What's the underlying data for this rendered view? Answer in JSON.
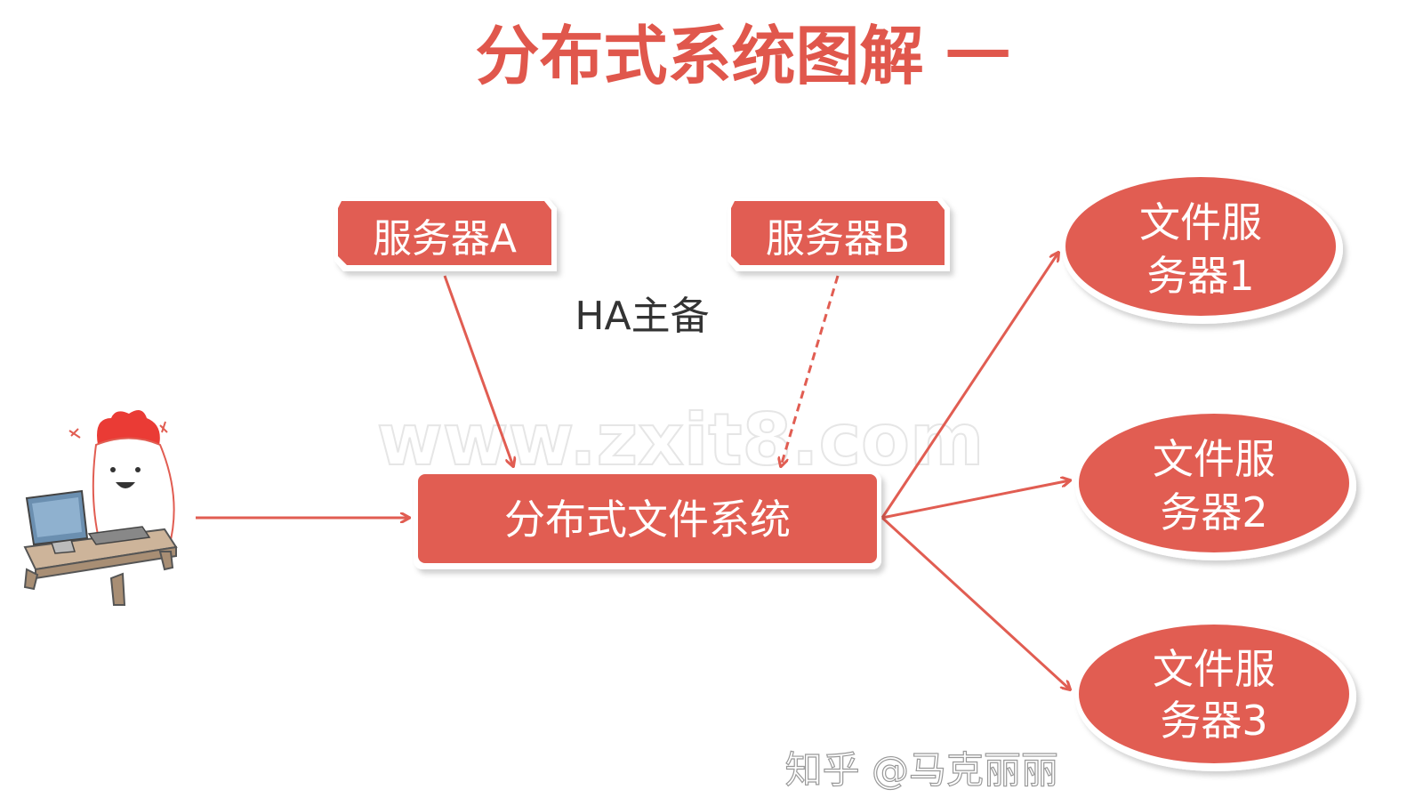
{
  "title": "分布式系统图解 一",
  "colors": {
    "accent": "#e15d52",
    "title": "#e0574c",
    "text_dark": "#333333",
    "box_text": "#ffffff"
  },
  "nodes": {
    "server_a": "服务器A",
    "server_b": "服务器B",
    "ha_label": "HA主备",
    "dfs": "分布式文件系统",
    "file_servers": [
      {
        "line1": "文件服",
        "line2": "务器1"
      },
      {
        "line1": "文件服",
        "line2": "务器2"
      },
      {
        "line1": "文件服",
        "line2": "务器3"
      }
    ]
  },
  "edges": [
    {
      "from": "server_a",
      "to": "dfs",
      "style": "solid"
    },
    {
      "from": "server_b",
      "to": "dfs",
      "style": "dashed"
    },
    {
      "from": "user",
      "to": "dfs",
      "style": "solid"
    },
    {
      "from": "dfs",
      "to": "file_server_1",
      "style": "solid"
    },
    {
      "from": "dfs",
      "to": "file_server_2",
      "style": "solid"
    },
    {
      "from": "dfs",
      "to": "file_server_3",
      "style": "solid"
    }
  ],
  "watermarks": {
    "site": "www.zxit8.com",
    "zhihu": "知乎 @马克丽丽"
  },
  "icons": {
    "user": "cartoon-user-at-computer-icon"
  }
}
